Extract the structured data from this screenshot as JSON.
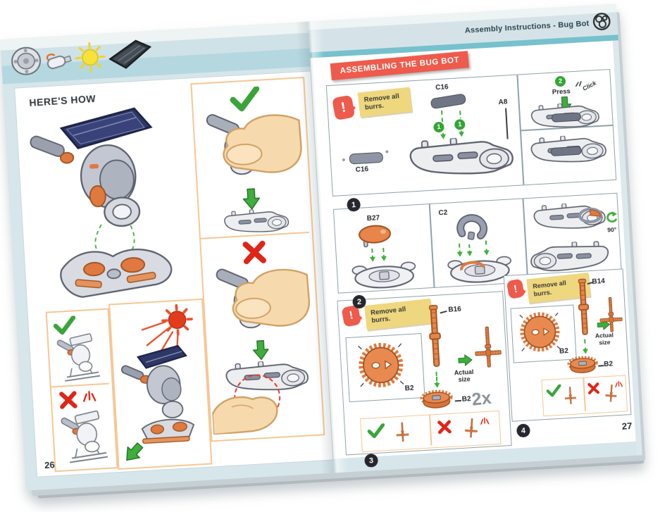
{
  "header": {
    "title": "Assembly Instructions - Bug Bot"
  },
  "pages": {
    "left": {
      "number": "26",
      "title": "HERE'S HOW"
    },
    "right": {
      "number": "27",
      "banner": "ASSEMBLING THE BUG BOT",
      "step1": {
        "badge": "1",
        "warning": "Remove all burrs.",
        "label_c16_small": "C16",
        "label_c16_top": "C16",
        "label_a8": "A8",
        "substep_place": "1",
        "substep_place2": "1",
        "substep_press_badge": "2",
        "press": "Press",
        "click": "Click"
      },
      "step2": {
        "badge": "2",
        "label_b27": "B27",
        "label_c2": "C2",
        "rotate_deg": "90°"
      },
      "step3": {
        "badge": "3",
        "warning": "Remove all burrs.",
        "label_gear_box": "B2",
        "label_shaft": "B16",
        "label_gear": "B2",
        "actual_size": "Actual size",
        "quantity": "2x"
      },
      "step4": {
        "badge": "4",
        "warning": "Remove all burrs.",
        "label_gear_box": "B2",
        "label_shaft": "B14",
        "label_gear": "B2",
        "actual_size": "Actual size"
      }
    }
  },
  "colors": {
    "banner_red": "#ee5a4b",
    "note_yellow": "#eed77f",
    "accent_green": "#3fae3a",
    "part_orange": "#e0793f",
    "teal_stripe": "#76c1cd",
    "page_blue": "#d6e6eb",
    "frame_orange": "#f6c795"
  }
}
